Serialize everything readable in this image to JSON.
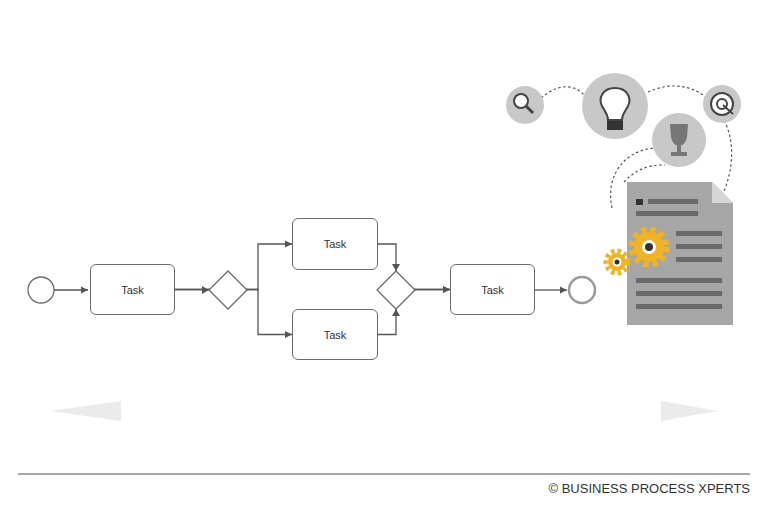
{
  "diagram": {
    "nodes": [
      {
        "text": [
          "Task"
        ]
      },
      {
        "text": [
          "Task"
        ]
      },
      {
        "text": [
          "Task"
        ]
      },
      {
        "text": [
          "Task"
        ]
      }
    ],
    "edges": [
      {
        "from": 0,
        "to": 1,
        "arrow": "to"
      },
      {
        "from": 0,
        "to": 2,
        "arrow": "to"
      },
      {
        "from": 1,
        "to": 3,
        "arrow": "to"
      },
      {
        "from": 2,
        "to": 3,
        "arrow": "to"
      }
    ],
    "labels": [
      "© BUSINESS PROCESS XPERTS"
    ]
  }
}
